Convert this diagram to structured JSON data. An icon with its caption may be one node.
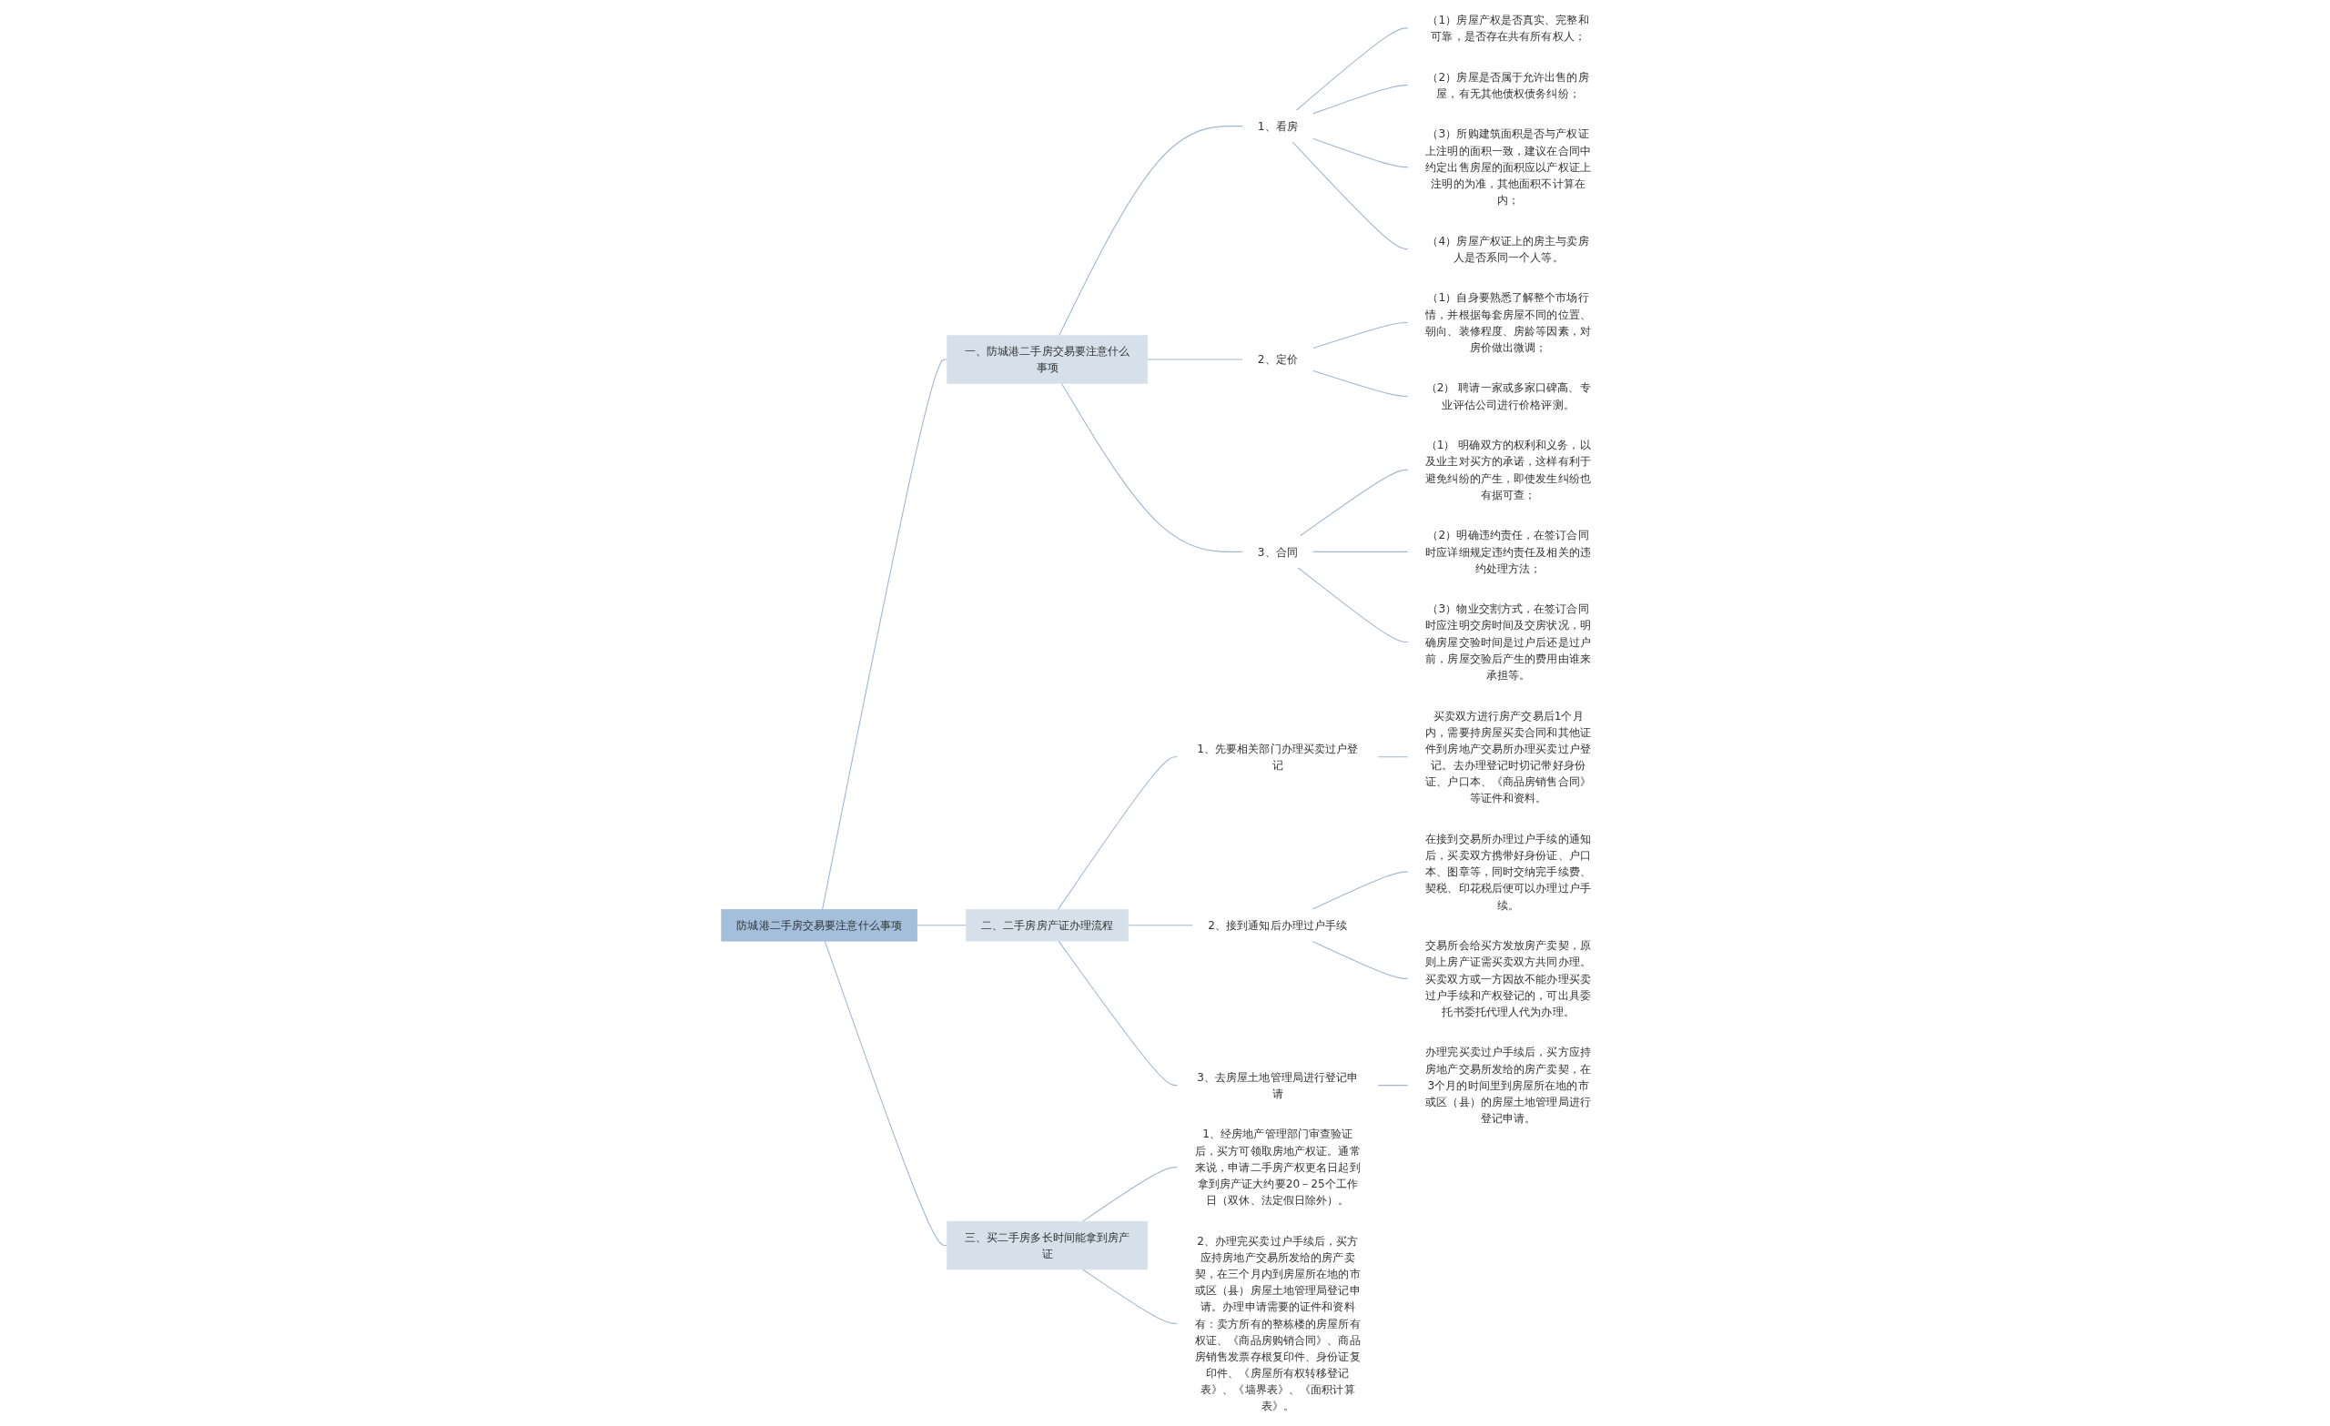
{
  "diagram": {
    "nodes": [
      {
        "text": [
          "防城港二手房交易要注意什么事项"
        ]
      },
      {
        "text": [
          "一、防城港二手房交易要注意什么事项"
        ]
      },
      {
        "text": [
          "1、看房"
        ]
      },
      {
        "text": [
          "（1）房屋产权是否真实、完整和可靠，是否存在共有所有权人；"
        ]
      },
      {
        "text": [
          "（2）房屋是否属于允许出售的房屋，有无其他债权债务纠纷；"
        ]
      },
      {
        "text": [
          "（3）所购建筑面积是否与产权证上注明的面积一致，建议在合同中约定出售房屋的面积应以产权证上注明的为准，其他面积不计算在内；"
        ]
      },
      {
        "text": [
          "（4）房屋产权证上的房主与卖房人是否系同一个人等。"
        ]
      },
      {
        "text": [
          "2、定价"
        ]
      },
      {
        "text": [
          "（1）自身要熟悉了解整个市场行情，并根据每套房屋不同的位置、朝向、装修程度、房龄等因素，对房价做出微调；"
        ]
      },
      {
        "text": [
          "（2） 聘请一家或多家口碑高、专业评估公司进行价格评测。"
        ]
      },
      {
        "text": [
          "3、合同"
        ]
      },
      {
        "text": [
          "（1） 明确双方的权利和义务，以及业主对买方的承诺，这样有利于避免纠纷的产生，即使发生纠纷也有据可查；"
        ]
      },
      {
        "text": [
          "（2）明确违约责任，在签订合同时应详细规定违约责任及相关的违约处理方法；"
        ]
      },
      {
        "text": [
          "（3）物业交割方式，在签订合同时应注明交房时间及交房状况，明确房屋交验时间是过户后还是过户前，房屋交验后产生的费用由谁来承担等。"
        ]
      },
      {
        "text": [
          "二、二手房房产证办理流程"
        ]
      },
      {
        "text": [
          "1、先要相关部门办理买卖过户登记"
        ]
      },
      {
        "text": [
          "买卖双方进行房产交易后1个月内，需要持房屋买卖合同和其他证件到房地产交易所办理买卖过户登记。去办理登记时切记带好身份证、户口本、《商品房销售合同》等证件和资料。"
        ]
      },
      {
        "text": [
          "2、接到通知后办理过户手续"
        ]
      },
      {
        "text": [
          "在接到交易所办理过户手续的通知后，买卖双方携带好身份证、户口本、图章等，同时交纳完手续费、契税、印花税后便可以办理过户手续。"
        ]
      },
      {
        "text": [
          "交易所会给买方发放房产卖契，原则上房产证需买卖双方共同办理。买卖双方或一方因故不能办理买卖过户手续和产权登记的，可出具委托书委托代理人代为办理。"
        ]
      },
      {
        "text": [
          "3、去房屋土地管理局进行登记申请"
        ]
      },
      {
        "text": [
          "办理完买卖过户手续后，买方应持房地产交易所发给的房产卖契，在3个月的时间里到房屋所在地的市或区（县）的房屋土地管理局进行登记申请。"
        ]
      },
      {
        "text": [
          "三、买二手房多长时间能拿到房产证"
        ]
      },
      {
        "text": [
          "1、经房地产管理部门审查验证后，买方可领取房地产权证。通常来说，申请二手房产权更名日起到拿到房产证大约要20－25个工作日（双休、法定假日除外）。"
        ]
      },
      {
        "text": [
          "2、办理完买卖过户手续后，买方应持房地产交易所发给的房产卖契，在三个月内到房屋所在地的市或区（县）房屋土地管理局登记申请。办理申请需要的证件和资料有：卖方所有的整栋楼的房屋所有权证、《商品房购销合同》、商品房销售发票存根复印件、身份证复印件、《房屋所有权转移登记表》、《墙界表》、《面积计算表》。"
        ]
      }
    ],
    "edges": [
      {
        "from": 0,
        "to": 1,
        "arrow": "none"
      },
      {
        "from": 1,
        "to": 2,
        "arrow": "none"
      },
      {
        "from": 2,
        "to": 3,
        "arrow": "none"
      },
      {
        "from": 2,
        "to": 4,
        "arrow": "none"
      },
      {
        "from": 2,
        "to": 5,
        "arrow": "none"
      },
      {
        "from": 2,
        "to": 6,
        "arrow": "none"
      },
      {
        "from": 1,
        "to": 7,
        "arrow": "none"
      },
      {
        "from": 7,
        "to": 8,
        "arrow": "none"
      },
      {
        "from": 7,
        "to": 9,
        "arrow": "none"
      },
      {
        "from": 1,
        "to": 10,
        "arrow": "none"
      },
      {
        "from": 10,
        "to": 11,
        "arrow": "none"
      },
      {
        "from": 10,
        "to": 12,
        "arrow": "none"
      },
      {
        "from": 10,
        "to": 13,
        "arrow": "none"
      },
      {
        "from": 0,
        "to": 14,
        "arrow": "none"
      },
      {
        "from": 14,
        "to": 15,
        "arrow": "none"
      },
      {
        "from": 15,
        "to": 16,
        "arrow": "none"
      },
      {
        "from": 14,
        "to": 17,
        "arrow": "none"
      },
      {
        "from": 17,
        "to": 18,
        "arrow": "none"
      },
      {
        "from": 17,
        "to": 19,
        "arrow": "none"
      },
      {
        "from": 14,
        "to": 20,
        "arrow": "none"
      },
      {
        "from": 20,
        "to": 21,
        "arrow": "none"
      },
      {
        "from": 0,
        "to": 22,
        "arrow": "none"
      },
      {
        "from": 22,
        "to": 23,
        "arrow": "none"
      },
      {
        "from": 22,
        "to": 24,
        "arrow": "none"
      }
    ]
  }
}
